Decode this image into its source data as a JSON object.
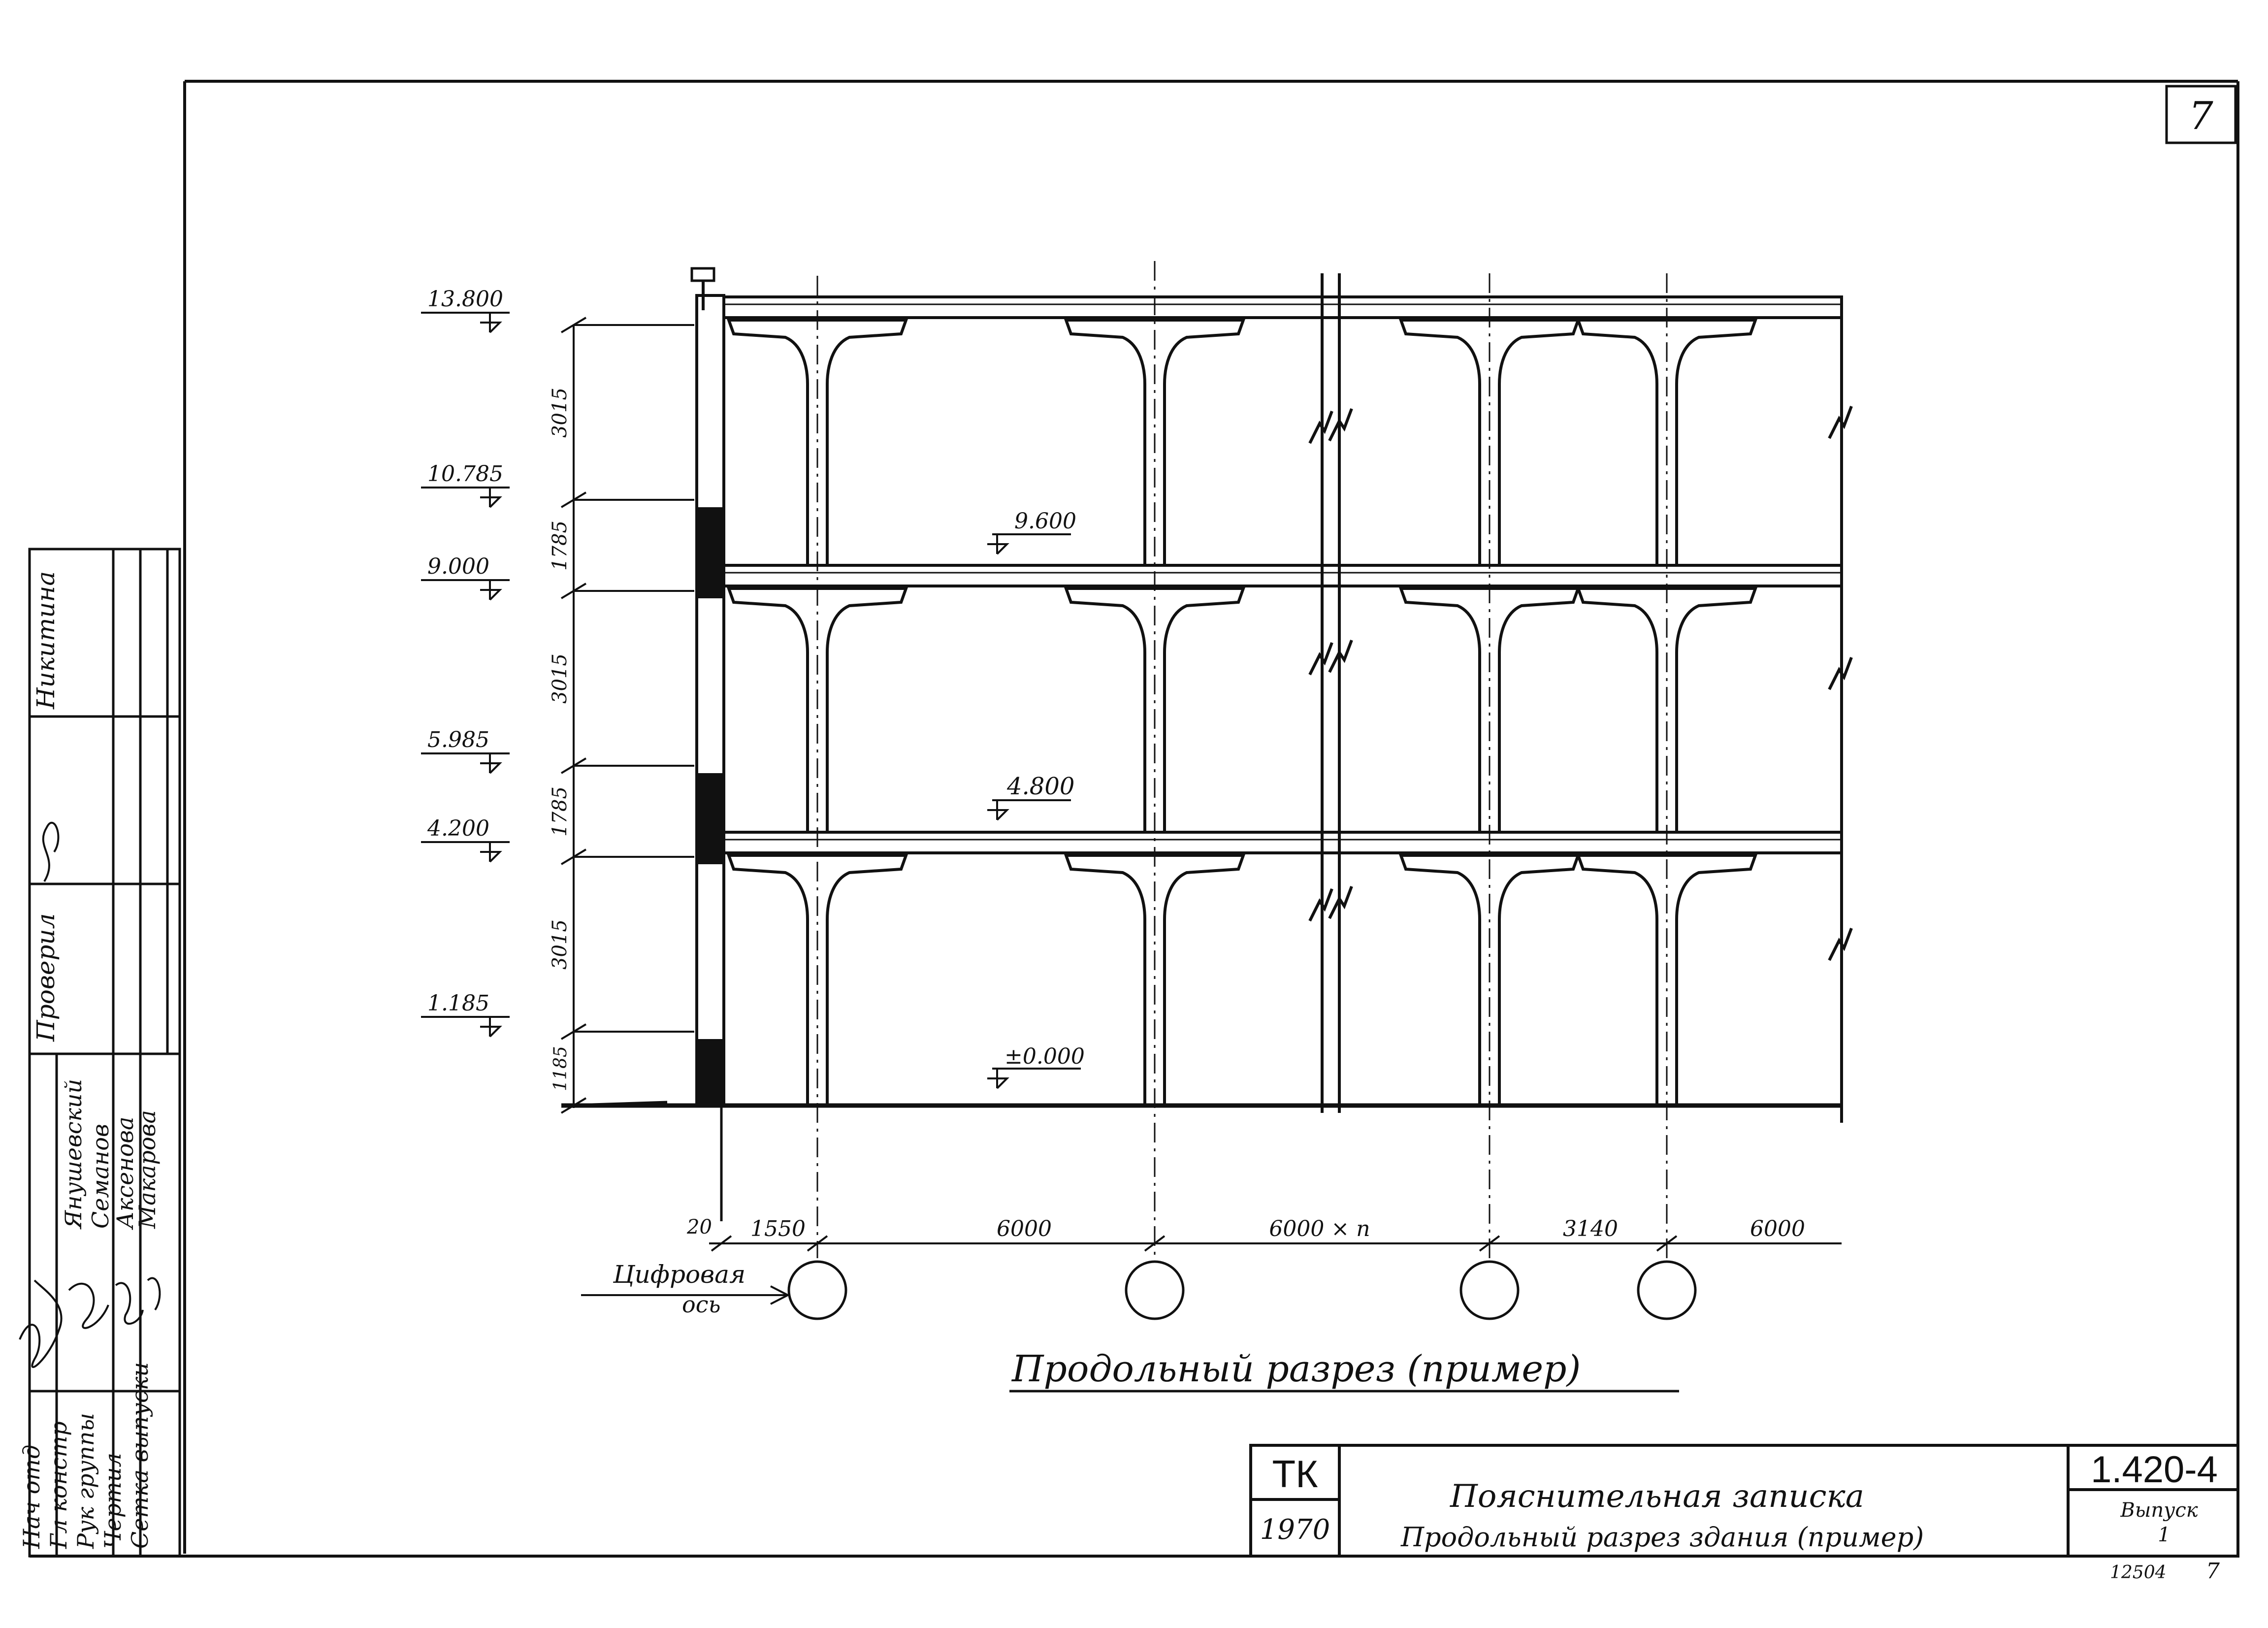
{
  "sheet_number": "7",
  "elevations": [
    "13.800",
    "10.785",
    "9.000",
    "5.985",
    "4.200",
    "1.185"
  ],
  "floor_marks": [
    "9.600",
    "4.800",
    "±0.000"
  ],
  "vertical_dims": [
    "3015",
    "1785",
    "3015",
    "1785",
    "3015",
    "1185"
  ],
  "horizontal_dims": [
    "20",
    "1550",
    "6000",
    "6000 × n",
    "3140",
    "6000"
  ],
  "axis_label": {
    "line1": "Цифровая",
    "line2": "ось"
  },
  "drawing_caption": "Продольный разрез (пример)",
  "title_block": {
    "org": "ТК",
    "year": "1970",
    "title_line1": "Пояснительная записка",
    "title_line2": "Продольный разрез здания (пример)",
    "doc_code": "1.420-4",
    "issue_label": "Выпуск",
    "issue_number": "1",
    "archive_number": "12504",
    "page": "7"
  },
  "stamp": {
    "roles": [
      "Нач отд",
      "Гл констр",
      "Рук группы",
      "Чертил",
      "Сетка выпуски"
    ],
    "names": [
      "Янушевский",
      "Семанов",
      "Аксенова",
      "Макарова"
    ],
    "checked_label": "Проверил",
    "checked_name": "Никитина"
  }
}
